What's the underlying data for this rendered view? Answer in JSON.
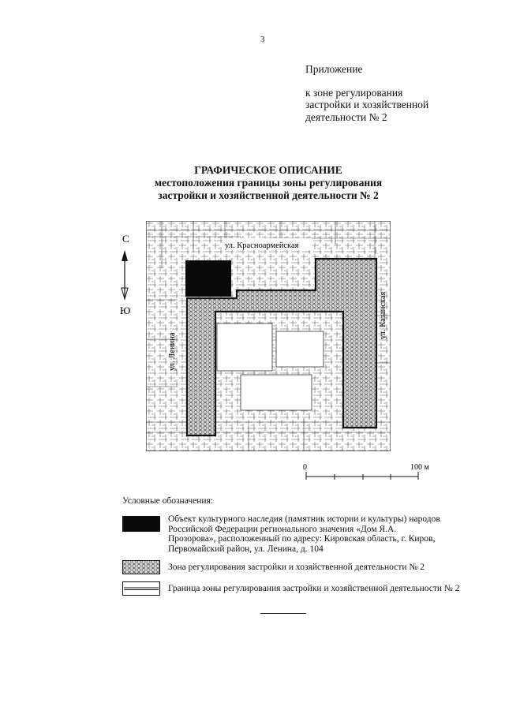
{
  "page_number": "3",
  "appendix": {
    "title": "Приложение",
    "line1": "к зоне регулирования",
    "line2": "застройки и хозяйственной",
    "line3": "деятельности № 2"
  },
  "heading": {
    "line1": "ГРАФИЧЕСКОЕ ОПИСАНИЕ",
    "line2": "местоположения границы зоны регулирования",
    "line3": "застройки и хозяйственной деятельности № 2"
  },
  "map": {
    "street_top": "ул. Красноармейская",
    "street_left": "ул. Ленина",
    "street_right": "ул. Казанская"
  },
  "compass": {
    "north": "С",
    "south": "Ю"
  },
  "scale": {
    "start": "0",
    "end": "100 м"
  },
  "legend": {
    "heading": "Условные обозначения:",
    "items": [
      {
        "symbol": "solid-black-box",
        "text": "Объект культурного наследия (памятник истории и культуры) народов Российской Федерации регионального значения «Дом Я.А. Прозорова», расположенный по адресу: Кировская область, г. Киров, Первомайский район, ул. Ленина, д. 104"
      },
      {
        "symbol": "hatched-zone-box",
        "text": "Зона регулирования застройки и хозяйственной деятельности № 2"
      },
      {
        "symbol": "double-line-box",
        "text": "Граница зоны регулирования застройки и хозяйственной деятельности № 2"
      }
    ]
  }
}
